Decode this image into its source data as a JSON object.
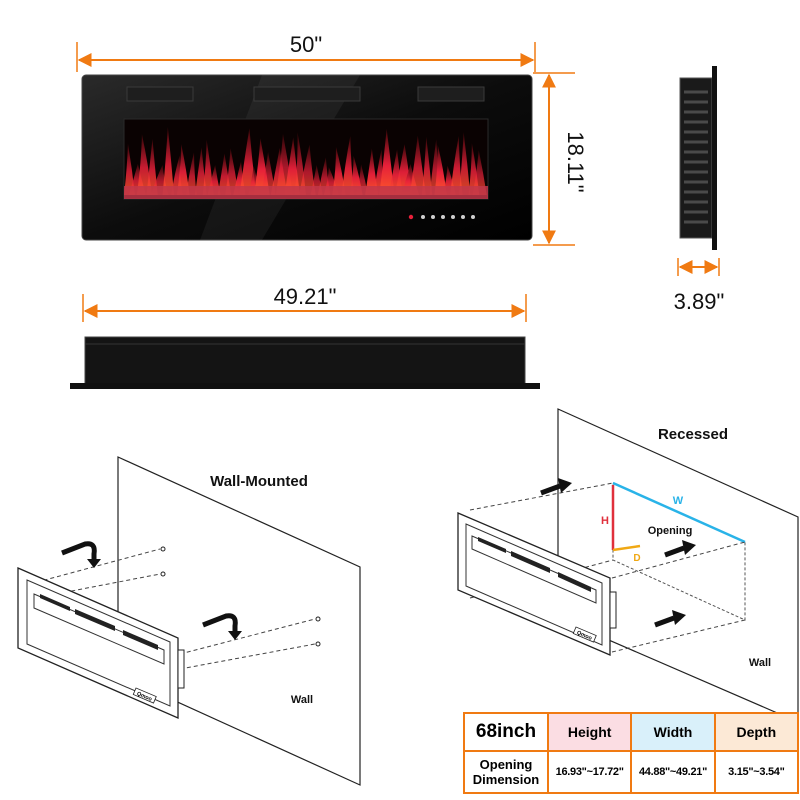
{
  "dimensions": {
    "front_width": "50\"",
    "front_height": "18.11\"",
    "side_depth": "3.89\"",
    "top_width": "49.21\""
  },
  "install": {
    "wall_mounted_title": "Wall-Mounted",
    "recessed_title": "Recessed",
    "wall_label": "Wall",
    "opening_label": "Opening",
    "h_marker": "H",
    "w_marker": "W",
    "d_marker": "D",
    "brand_badge": "Qmoo"
  },
  "spec_table": {
    "model": "68inch",
    "row_label_line1": "Opening",
    "row_label_line2": "Dimension",
    "height_label": "Height",
    "width_label": "Width",
    "depth_label": "Depth",
    "height_value": "16.93\"~17.72\"",
    "width_value": "44.88\"~49.21\"",
    "depth_value": "3.15\"~3.54\""
  },
  "colors": {
    "dimension_orange": "#f07a12",
    "height_red": "#e0303c",
    "width_blue": "#29b3e8",
    "depth_yellow": "#f0a814",
    "flame_red": "#e8203a"
  }
}
